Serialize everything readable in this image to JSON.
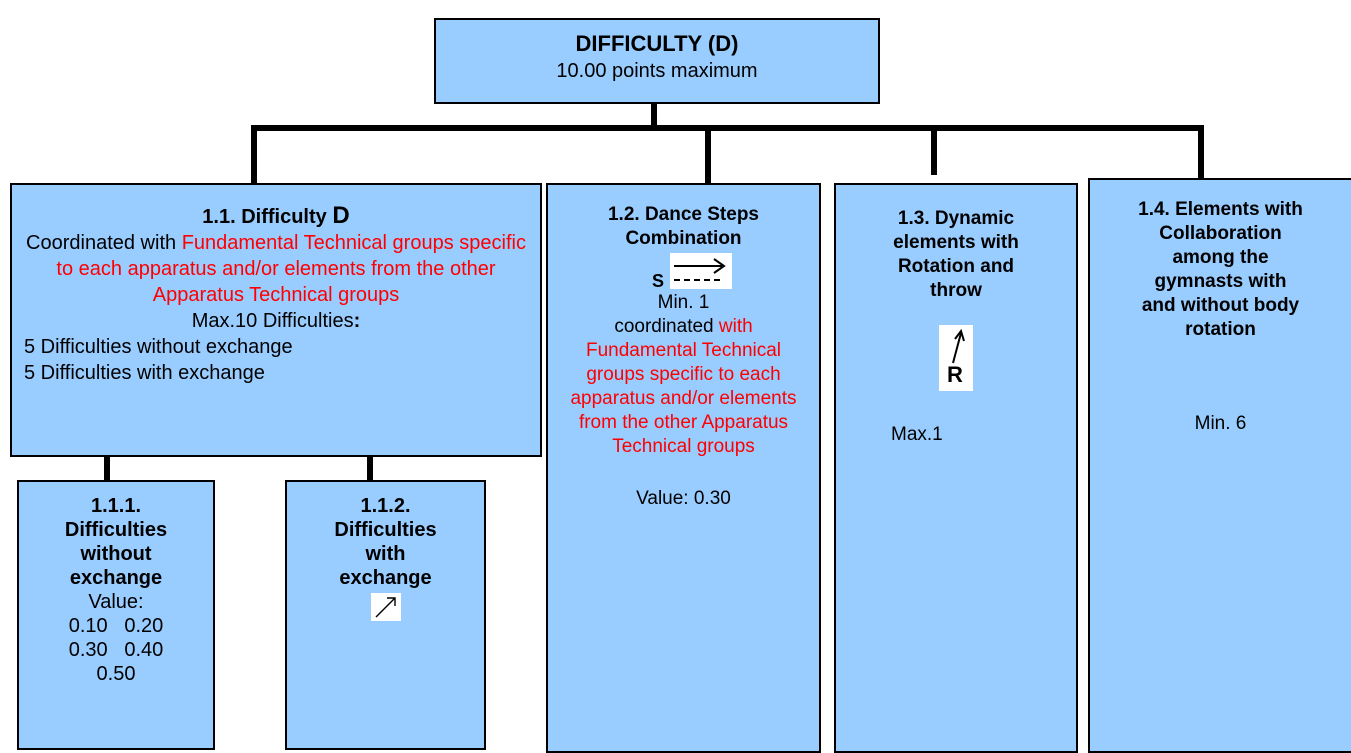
{
  "colors": {
    "box_fill": "#99ccff",
    "line": "#000000",
    "highlight": "#ff0000"
  },
  "root": {
    "title": "DIFFICULTY (D)",
    "subtitle": "10.00 points maximum"
  },
  "d11": {
    "heading_num": "1.1.",
    "heading_word": "Difficulty",
    "heading_symbol": "D",
    "coord_prefix": "Coordinated with",
    "coord_red": "Fundamental Technical groups specific to each apparatus and/or elements from the other Apparatus Technical groups",
    "max_text": "Max.10 Difficulties",
    "max_colon": ":",
    "item1": "5 Difficulties without exchange",
    "item2": "5 Difficulties with exchange"
  },
  "d111": {
    "line1": "1.1.1.",
    "line2": "Difficulties",
    "line3": "without",
    "line4": "exchange",
    "value_label": "Value:",
    "values_row1": "0.10   0.20",
    "values_row2": "0.30   0.40",
    "values_row3": "0.50"
  },
  "d112": {
    "line1": "1.1.2.",
    "line2": "Difficulties",
    "line3": "with",
    "line4": "exchange",
    "icon": "diagonal-arrow-icon"
  },
  "d12": {
    "title1": "1.2. Dance Steps",
    "title2": "Combination",
    "symbol_letter": "S",
    "icon": "dance-steps-arrow-icon",
    "min_text": "Min. 1",
    "coord_text": "coordinated",
    "red_text": "with Fundamental Technical groups specific to each apparatus and/or elements from the other Apparatus Technical groups",
    "value_text": "Value: 0.30"
  },
  "d13": {
    "title1": "1.3. Dynamic",
    "title2": "elements with",
    "title3": "Rotation and",
    "title4": "throw",
    "icon_letter": "R",
    "icon": "rotation-throw-icon",
    "max_text": "Max.1"
  },
  "d14": {
    "title1": "1.4. Elements with",
    "title2": "Collaboration",
    "title3": "among the",
    "title4": "gymnasts with",
    "title5": "and without body",
    "title6": "rotation",
    "min_text": "Min. 6"
  }
}
